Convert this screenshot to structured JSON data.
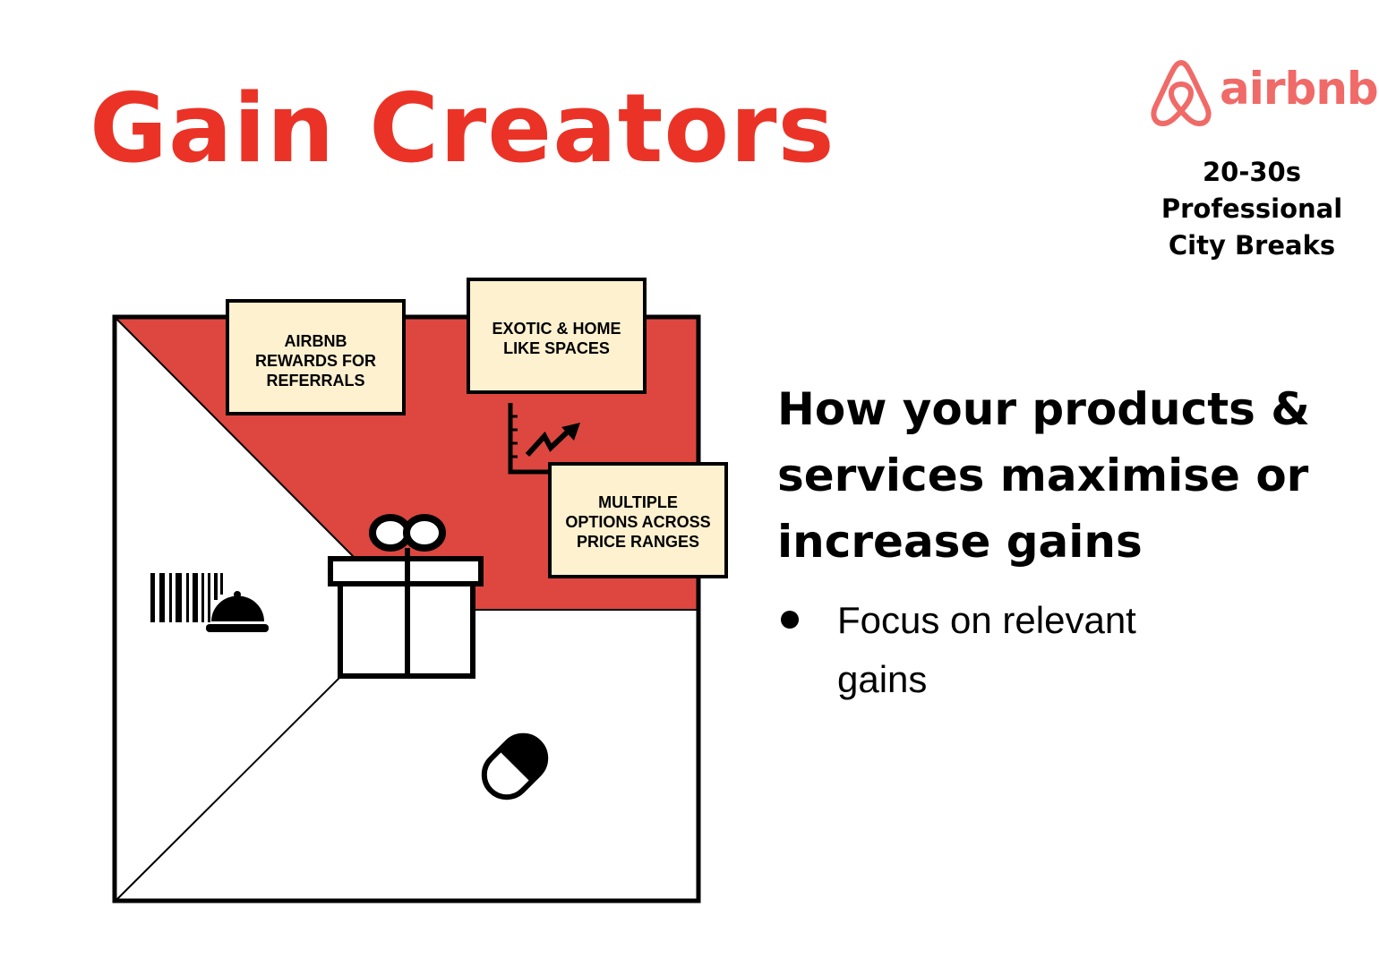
{
  "title": "Gain Creators",
  "brand": {
    "name": "airbnb",
    "color": "#f06a68"
  },
  "segment": [
    "20-30s",
    "Professional",
    "City Breaks"
  ],
  "notes": [
    "AIRBNB REWARDS FOR REFERRALS",
    "EXOTIC & HOME LIKE SPACES",
    "MULTIPLE OPTIONS ACROSS PRICE RANGES"
  ],
  "heading": "How your products & services maximise or increase gains",
  "bullets": [
    "Focus on relevant gains"
  ],
  "colors": {
    "title": "#ea3326",
    "gain_area": "#dd4740",
    "note_bg": "#fdf1d0"
  }
}
